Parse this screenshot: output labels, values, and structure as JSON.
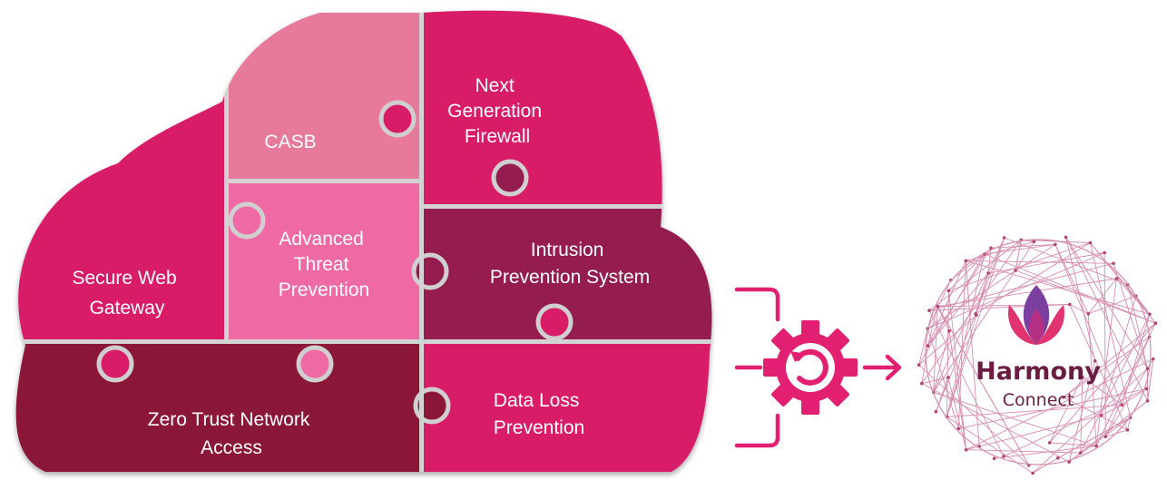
{
  "pieces": {
    "casb": {
      "lines": [
        "CASB"
      ],
      "color": "#e7799b"
    },
    "ngfw": {
      "lines": [
        "Next",
        "Generation",
        "Firewall"
      ],
      "color": "#d81c68"
    },
    "swg": {
      "lines": [
        "Secure Web",
        "Gateway"
      ],
      "color": "#d81c68"
    },
    "atp": {
      "lines": [
        "Advanced",
        "Threat",
        "Prevention"
      ],
      "color": "#ef6aa4"
    },
    "ips": {
      "lines": [
        "Intrusion",
        "Prevention System"
      ],
      "color": "#951a4f"
    },
    "ztna": {
      "lines": [
        "Zero Trust Network",
        "Access"
      ],
      "color": "#8a1639"
    },
    "dlp": {
      "lines": [
        "Data Loss",
        "Prevention"
      ],
      "color": "#d81c68"
    }
  },
  "logo": {
    "name": "Harmony",
    "sub": "Connect",
    "name_color": "#6a1c43",
    "sub_color": "#444444",
    "accent": "#d81c68"
  },
  "connector_color": "#e21f70",
  "icons": [
    "gear-icon",
    "arrow-right-icon",
    "lotus-icon",
    "network-globe-icon"
  ]
}
